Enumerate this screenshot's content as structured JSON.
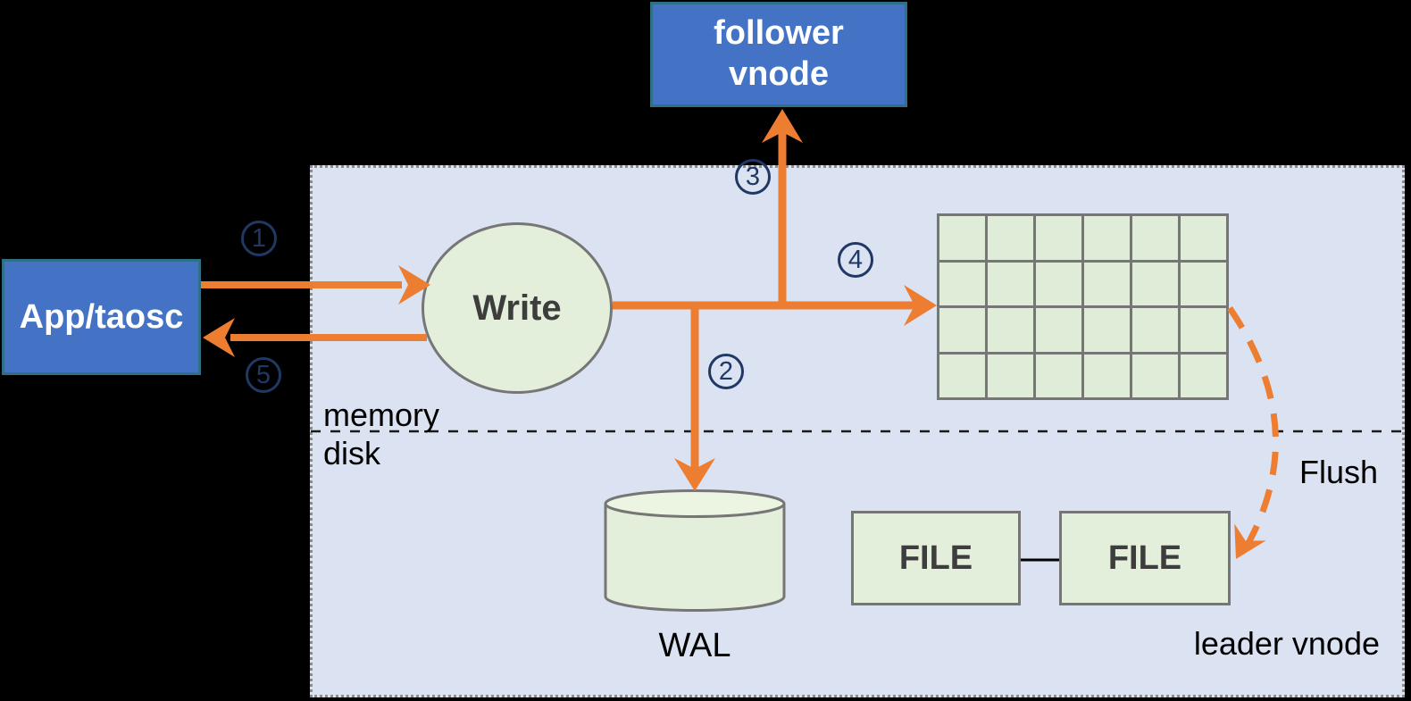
{
  "nodes": {
    "follower_vnode": {
      "line1": "follower",
      "line2": "vnode"
    },
    "app": {
      "label": "App/taosc"
    },
    "write": {
      "label": "Write"
    },
    "wal": {
      "label": "WAL"
    },
    "file_left": {
      "label": "FILE"
    },
    "file_right": {
      "label": "FILE"
    }
  },
  "labels": {
    "memory": "memory",
    "disk": "disk",
    "flush": "Flush",
    "leader_vnode": "leader vnode"
  },
  "steps": [
    {
      "n": "1"
    },
    {
      "n": "2"
    },
    {
      "n": "3"
    },
    {
      "n": "4"
    },
    {
      "n": "5"
    }
  ],
  "memtable": {
    "rows": 4,
    "cols": 6
  },
  "colors": {
    "arrow_orange": "#ED7D31",
    "node_blue": "#4473C5",
    "node_blue_border": "#2F7087",
    "shape_green": "#E3EFDA",
    "cell_green": "#DFECD8",
    "shape_border_gray": "#767676",
    "container_lavender": "#DBE2F2",
    "step_navy": "#1F3864",
    "background": "#000000"
  }
}
